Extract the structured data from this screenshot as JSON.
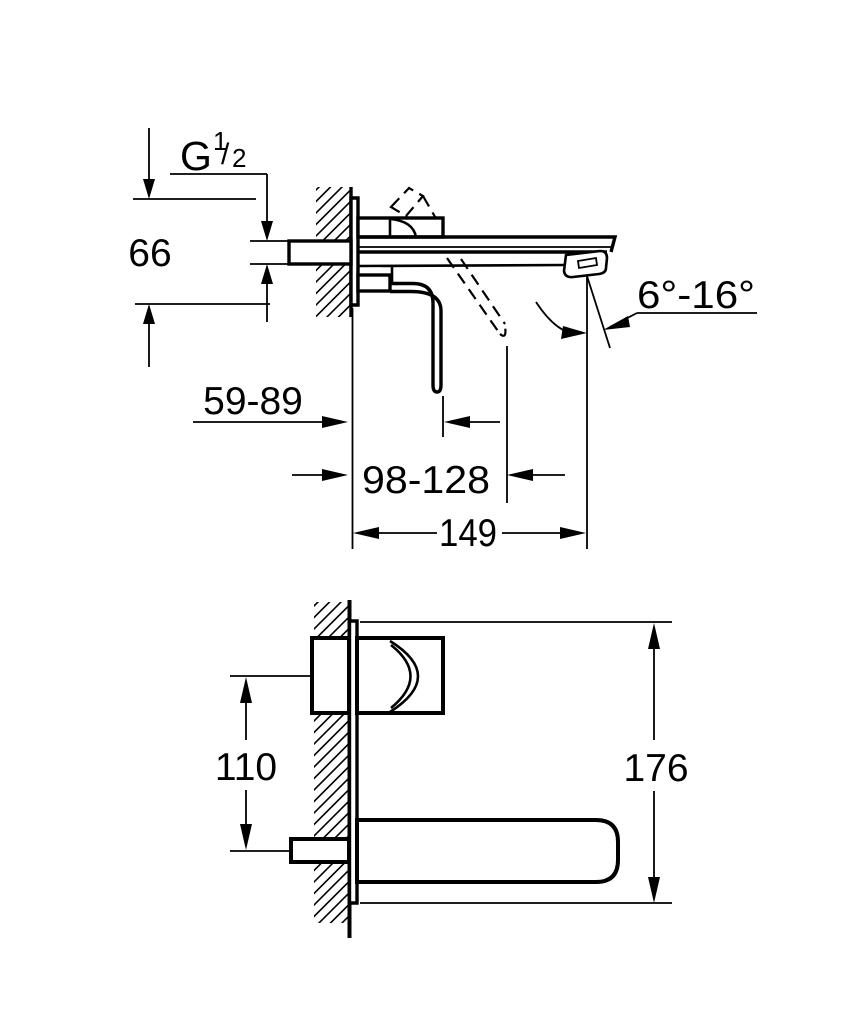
{
  "colors": {
    "line": "#000000",
    "background": "#ffffff"
  },
  "side_view": {
    "thread_label": {
      "letter": "G",
      "numerator": "1",
      "fraction_slash": "/",
      "denominator": "2"
    },
    "plate_height": "66",
    "lever_projection": "59-89",
    "lever_open_projection": "98-128",
    "spout_projection": "149",
    "spout_angle_range": "6°-16°"
  },
  "front_view": {
    "lever_to_spout_distance": "110",
    "overall_height": "176"
  }
}
